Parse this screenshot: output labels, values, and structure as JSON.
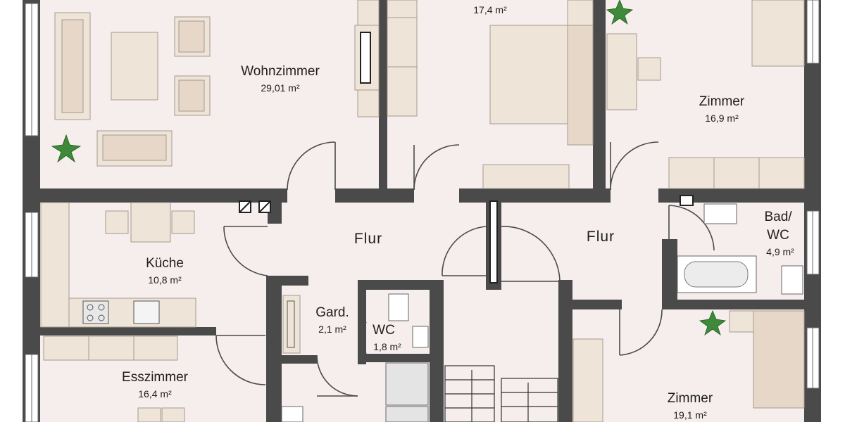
{
  "colors": {
    "floor": "#f6eded",
    "wall": "#4a4a4a",
    "furniture": "#efe4d8",
    "furniture_stroke": "#a69a8e",
    "plant": "#3f8a3a"
  },
  "rooms": {
    "wohnzimmer": {
      "name": "Wohnzimmer",
      "area": "29,01 m²"
    },
    "schlafzimmer": {
      "name": "",
      "area": "17,4 m²"
    },
    "zimmer_ne": {
      "name": "Zimmer",
      "area": "16,9 m²"
    },
    "kueche": {
      "name": "Küche",
      "area": "10,8 m²"
    },
    "flur_west": {
      "name": "Flur"
    },
    "flur_east": {
      "name": "Flur"
    },
    "bad": {
      "name_line1": "Bad/",
      "name_line2": "WC",
      "area": "4,9 m²"
    },
    "garderobe": {
      "name": "Gard.",
      "area": "2,1 m²"
    },
    "wc": {
      "name": "WC",
      "area": "1,8 m²"
    },
    "esszimmer": {
      "name": "Esszimmer",
      "area": "16,4 m²"
    },
    "zimmer_se": {
      "name": "Zimmer",
      "area": "19,1 m²"
    }
  }
}
